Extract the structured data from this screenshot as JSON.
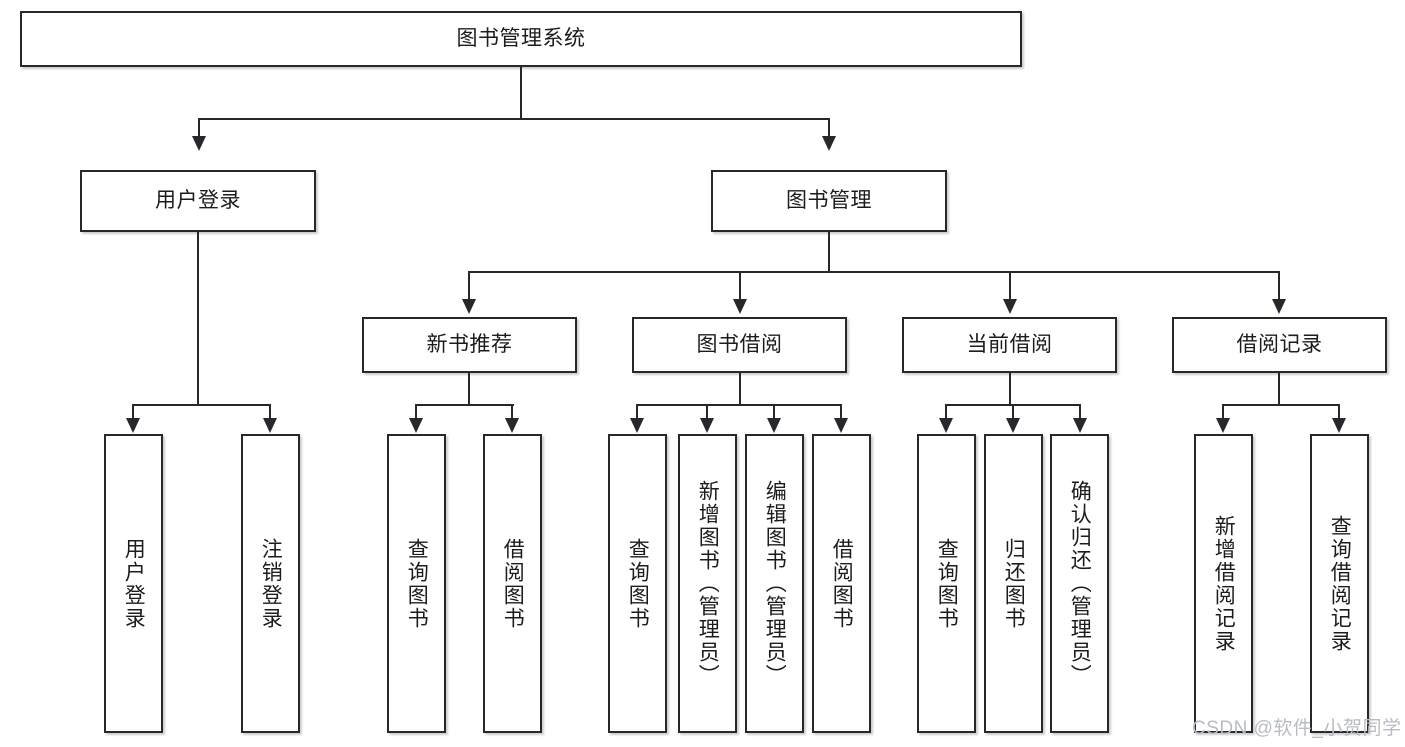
{
  "diagram": {
    "title": "图书管理系统",
    "type": "tree-hierarchy-diagram",
    "root": {
      "label": "图书管理系统"
    },
    "level2": [
      {
        "label": "用户登录"
      },
      {
        "label": "图书管理"
      }
    ],
    "level3": [
      {
        "label": "新书推荐"
      },
      {
        "label": "图书借阅"
      },
      {
        "label": "当前借阅"
      },
      {
        "label": "借阅记录"
      }
    ],
    "leaves": {
      "user_login": [
        {
          "label": "用户登录"
        },
        {
          "label": "注销登录"
        }
      ],
      "new_book_recommend": [
        {
          "label": "查询图书"
        },
        {
          "label": "借阅图书"
        }
      ],
      "book_borrow": [
        {
          "label": "查询图书"
        },
        {
          "label": "新增图书（管理员）"
        },
        {
          "label": "编辑图书（管理员）"
        },
        {
          "label": "借阅图书"
        }
      ],
      "current_borrow": [
        {
          "label": "查询图书"
        },
        {
          "label": "归还图书"
        },
        {
          "label": "确认归还（管理员）"
        }
      ],
      "borrow_record": [
        {
          "label": "新增借阅记录"
        },
        {
          "label": "查询借阅记录"
        }
      ]
    }
  },
  "watermark": {
    "text": "CSDN @软件_小贺同学"
  },
  "colors": {
    "stroke": "#26282b",
    "fill": "#ffffff",
    "text": "#1c1c1c",
    "watermark": "#b9bcc0"
  }
}
